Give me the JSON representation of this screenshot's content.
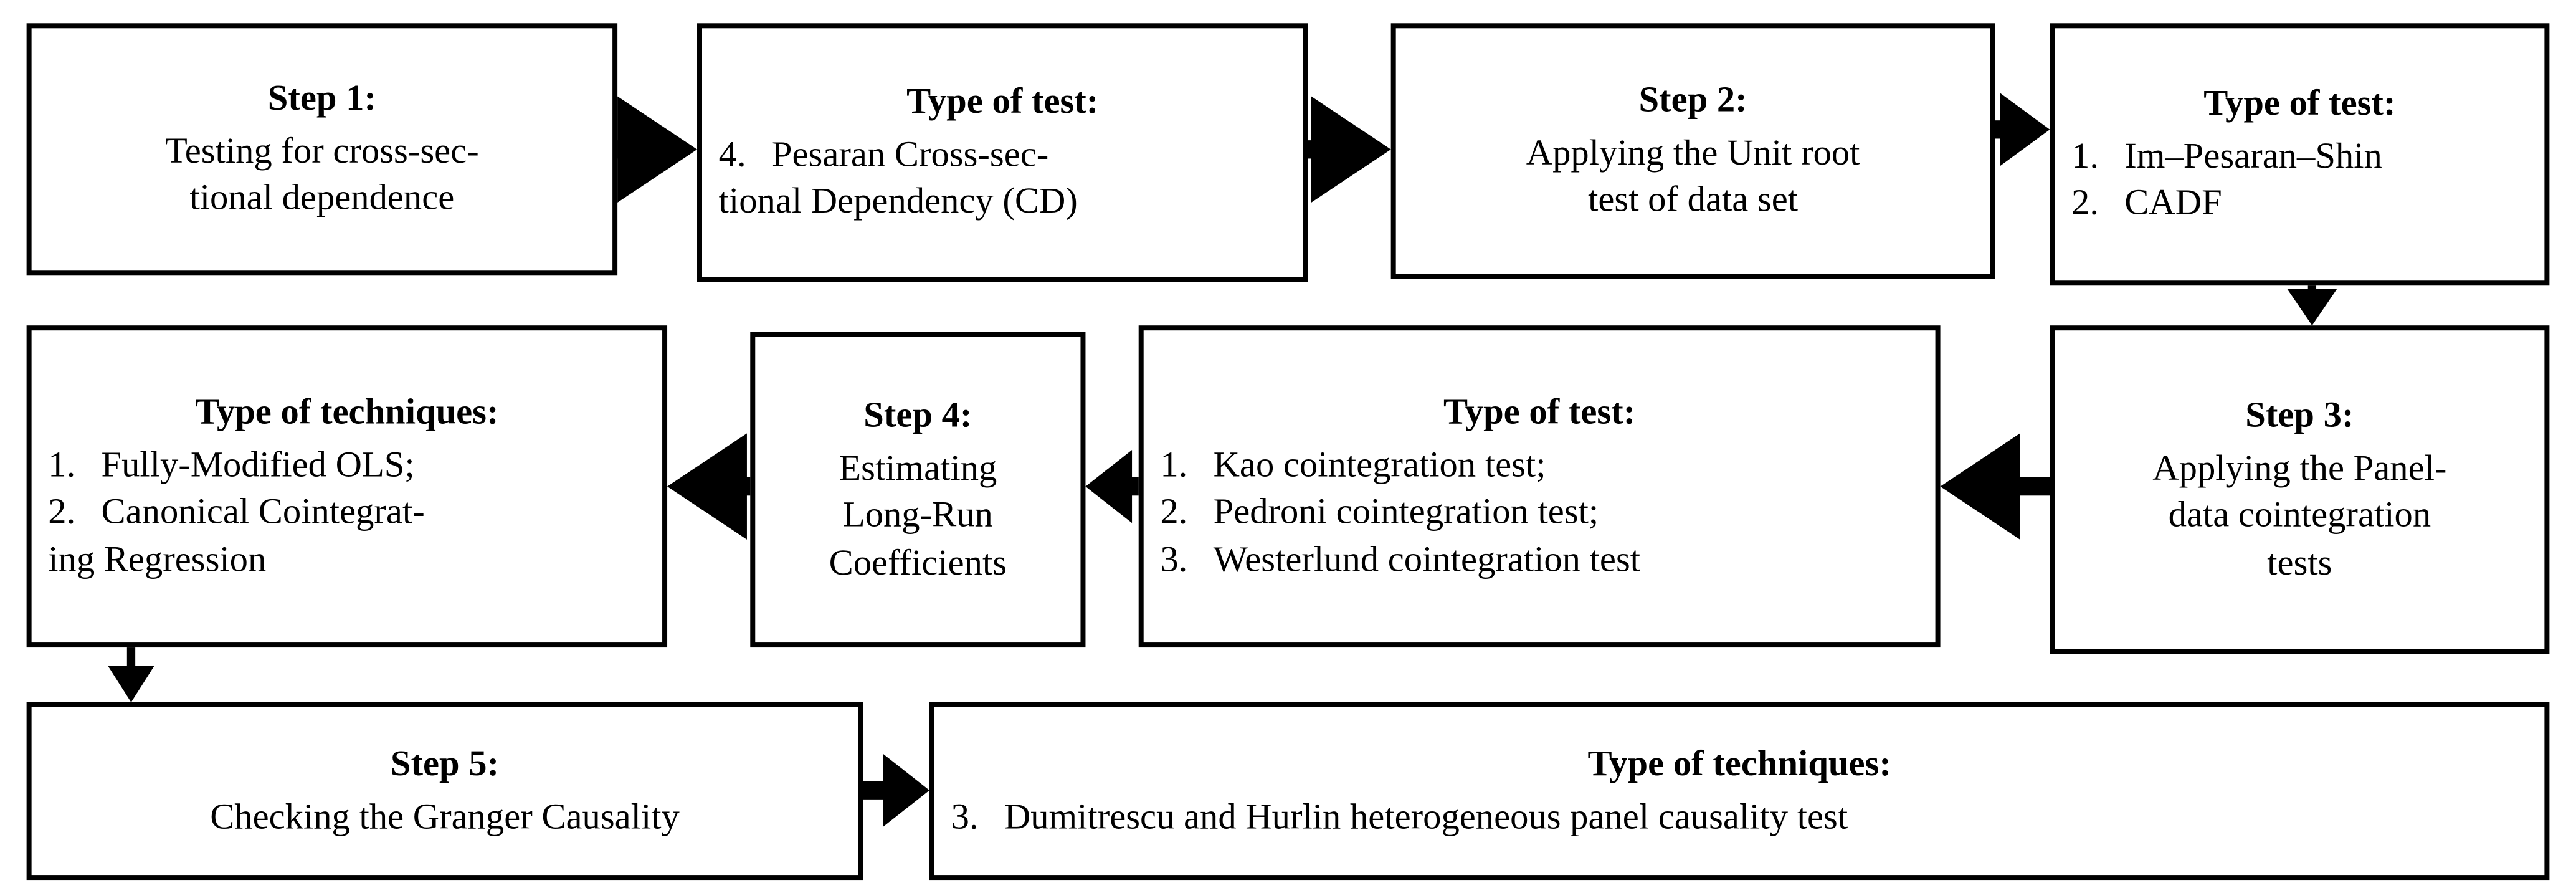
{
  "diagram": {
    "title": "Econometric methodology flowchart",
    "colors": {
      "stroke": "#000000",
      "background": "#ffffff",
      "text": "#000000"
    },
    "nodes": {
      "step1": {
        "heading": "Step 1:",
        "line1": "Testing for cross-sec-",
        "line2": "tional dependence"
      },
      "test1": {
        "heading": "Type of test:",
        "item_number": "4.",
        "line1": "Pesaran      Cross-sec-",
        "line2": "tional Dependency (CD)"
      },
      "step2": {
        "heading": "Step 2:",
        "line1": "Applying the Unit root",
        "line2": "test of data set"
      },
      "test2": {
        "heading": "Type of test:",
        "items": [
          {
            "number": "1.",
            "text": "Im–Pesaran–Shin"
          },
          {
            "number": "2.",
            "text": "CADF"
          }
        ]
      },
      "step3": {
        "heading": "Step 3:",
        "line1": "Applying the Panel-",
        "line2": "data cointegration",
        "line3": "tests"
      },
      "test3": {
        "heading": "Type of test:",
        "items": [
          {
            "number": "1.",
            "text": "Kao cointegration test;"
          },
          {
            "number": "2.",
            "text": "Pedroni cointegration test;"
          },
          {
            "number": "3.",
            "text": "Westerlund cointegration test"
          }
        ]
      },
      "step4": {
        "heading": "Step 4:",
        "line1": "Estimating",
        "line2": "Long-Run",
        "line3": "Coefficients"
      },
      "tech1": {
        "heading": "Type of techniques:",
        "items": [
          {
            "number": "1.",
            "text": "Fully-Modified OLS;"
          },
          {
            "number": "2.",
            "text": "Canonical   Cointegrat-"
          }
        ],
        "continuation": "ing Regression"
      },
      "step5": {
        "heading": "Step 5:",
        "line1": "Checking the Granger Causality"
      },
      "tech2": {
        "heading": "Type of techniques:",
        "item_number": "3.",
        "item_text": "Dumitrescu and Hurlin heterogeneous panel causality test"
      }
    },
    "edges": [
      {
        "name": "step1-to-test1",
        "direction": "right"
      },
      {
        "name": "test1-to-step2",
        "direction": "right"
      },
      {
        "name": "step2-to-test2",
        "direction": "right"
      },
      {
        "name": "test2-to-step3",
        "direction": "down"
      },
      {
        "name": "step3-to-test3",
        "direction": "left"
      },
      {
        "name": "test3-to-step4",
        "direction": "left"
      },
      {
        "name": "step4-to-tech1",
        "direction": "left"
      },
      {
        "name": "tech1-to-step5",
        "direction": "down"
      },
      {
        "name": "step5-to-tech2",
        "direction": "right"
      }
    ]
  }
}
